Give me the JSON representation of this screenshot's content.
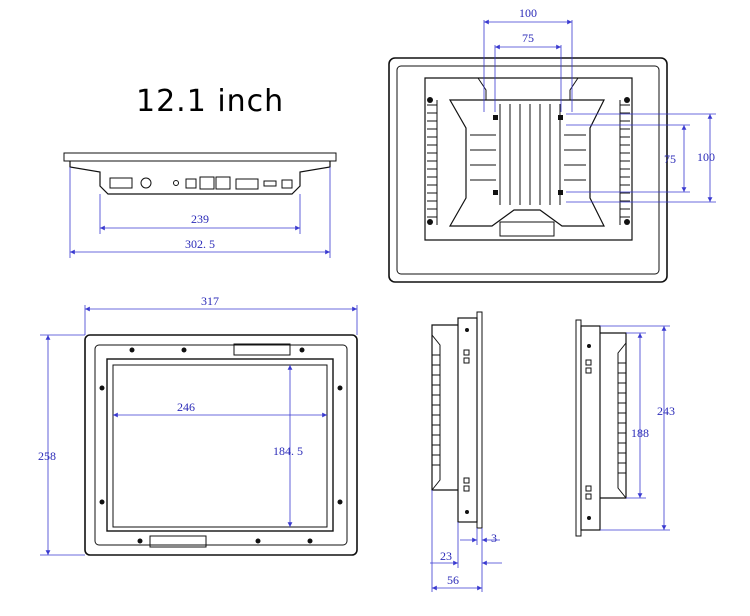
{
  "title": "12.1 inch",
  "top_view": {
    "dims": {
      "inner_width": "239",
      "outer_width": "302. 5"
    }
  },
  "back_view": {
    "dims": {
      "vesa_outer_h": "100",
      "vesa_inner_h": "75",
      "vesa_inner_v": "75",
      "vesa_outer_v": "100"
    }
  },
  "front_view": {
    "dims": {
      "width": "317",
      "screen_width": "246",
      "screen_height": "184. 5",
      "height": "258"
    }
  },
  "side_view_left": {
    "dims": {
      "depth_total": "56",
      "bezel_depth": "23",
      "frame_thickness": "3"
    }
  },
  "side_view_right": {
    "dims": {
      "panel_height": "243",
      "body_height": "188"
    }
  },
  "colors": {
    "dimension": "#3a3ad0",
    "outline": "#111111"
  }
}
